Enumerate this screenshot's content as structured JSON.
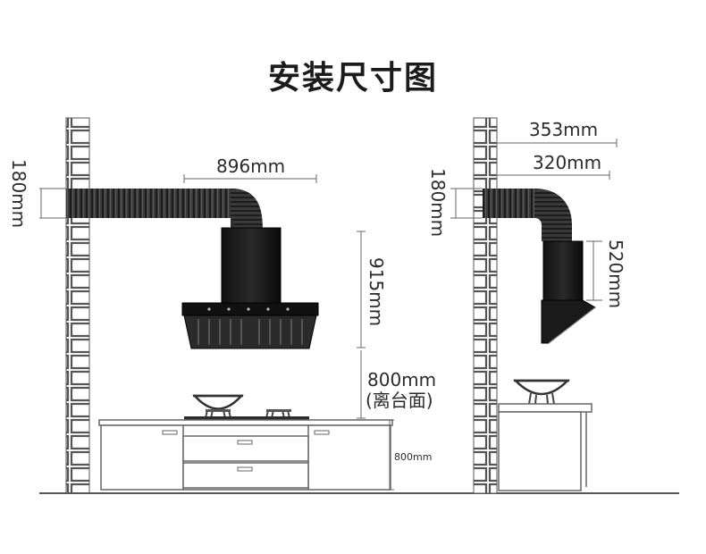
{
  "title": "安装尺寸图",
  "left": {
    "duct_height": "180mm",
    "duct_width": "896mm",
    "hood_height": "915mm",
    "clearance": "800mm",
    "clearance_note": "(离台面)",
    "counter_height": "800mm"
  },
  "right": {
    "outer_width": "353mm",
    "inner_width": "320mm",
    "duct_height": "180mm",
    "hood_height": "520mm"
  }
}
